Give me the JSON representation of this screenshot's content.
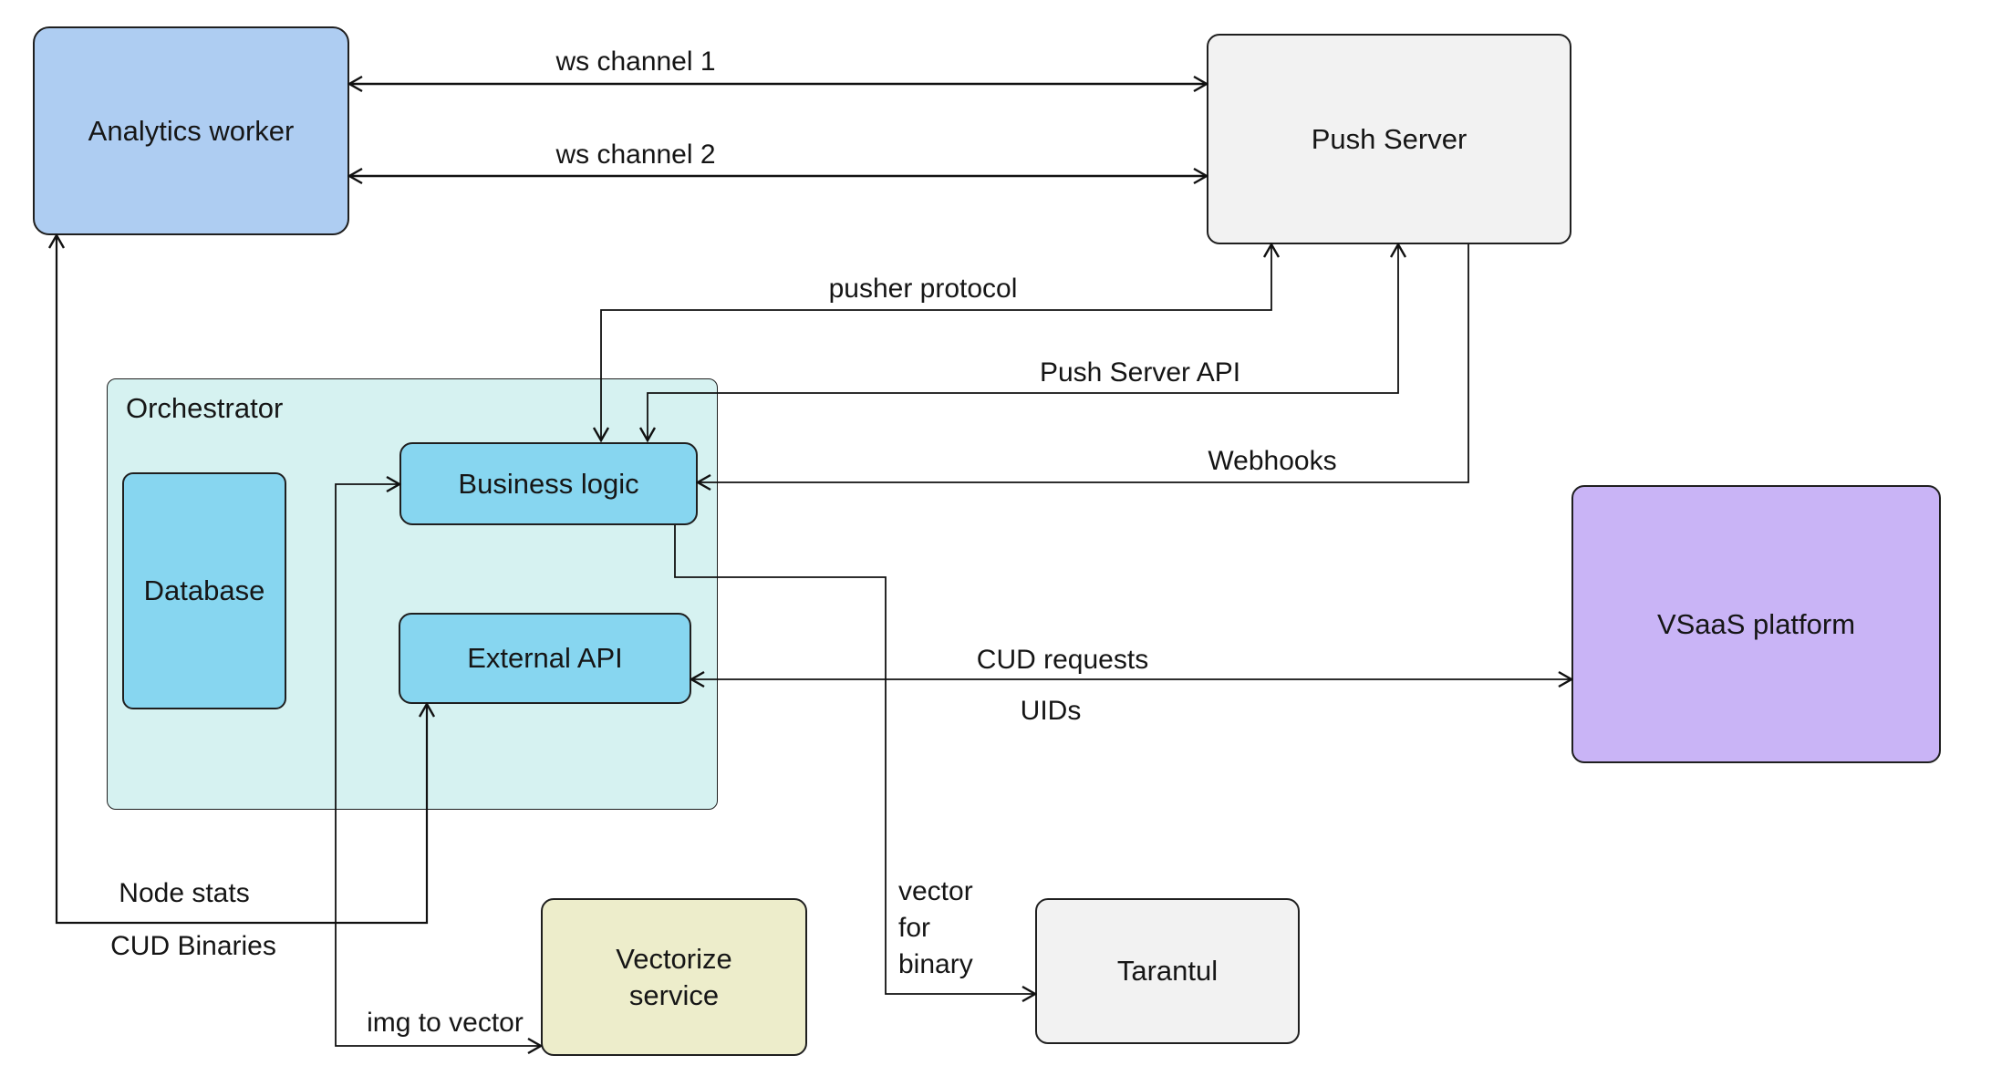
{
  "diagram": {
    "nodes": {
      "analytics_worker": {
        "label": "Analytics worker",
        "fill": "#aecdf2"
      },
      "push_server": {
        "label": "Push Server",
        "fill": "#f2f2f2"
      },
      "orchestrator": {
        "label": "Orchestrator",
        "fill": "#d6f2f1"
      },
      "database": {
        "label": "Database",
        "fill": "#87d6f0"
      },
      "business_logic": {
        "label": "Business logic",
        "fill": "#87d6f0"
      },
      "external_api": {
        "label": "External API",
        "fill": "#87d6f0"
      },
      "vsaas_platform": {
        "label": "VSaaS platform",
        "fill": "#c9b4f6"
      },
      "vectorize_service": {
        "label": "Vectorize\nservice",
        "fill": "#ededcb"
      },
      "tarantul": {
        "label": "Tarantul",
        "fill": "#f2f2f2"
      }
    },
    "edges": {
      "ws_channel_1": {
        "label": "ws channel 1"
      },
      "ws_channel_2": {
        "label": "ws channel 2"
      },
      "pusher_protocol": {
        "label": "pusher protocol"
      },
      "push_server_api": {
        "label": "Push Server API"
      },
      "webhooks": {
        "label": "Webhooks"
      },
      "cud_requests": {
        "label": "CUD requests"
      },
      "uids": {
        "label": "UIDs"
      },
      "node_stats": {
        "label": "Node stats"
      },
      "cud_binaries": {
        "label": "CUD Binaries"
      },
      "img_to_vector": {
        "label": "img to vector"
      },
      "vector_for_binary": {
        "label": "vector\nfor\nbinary"
      }
    },
    "colors": {
      "line": "#111111",
      "text": "#151515",
      "background": "#ffffff"
    }
  }
}
